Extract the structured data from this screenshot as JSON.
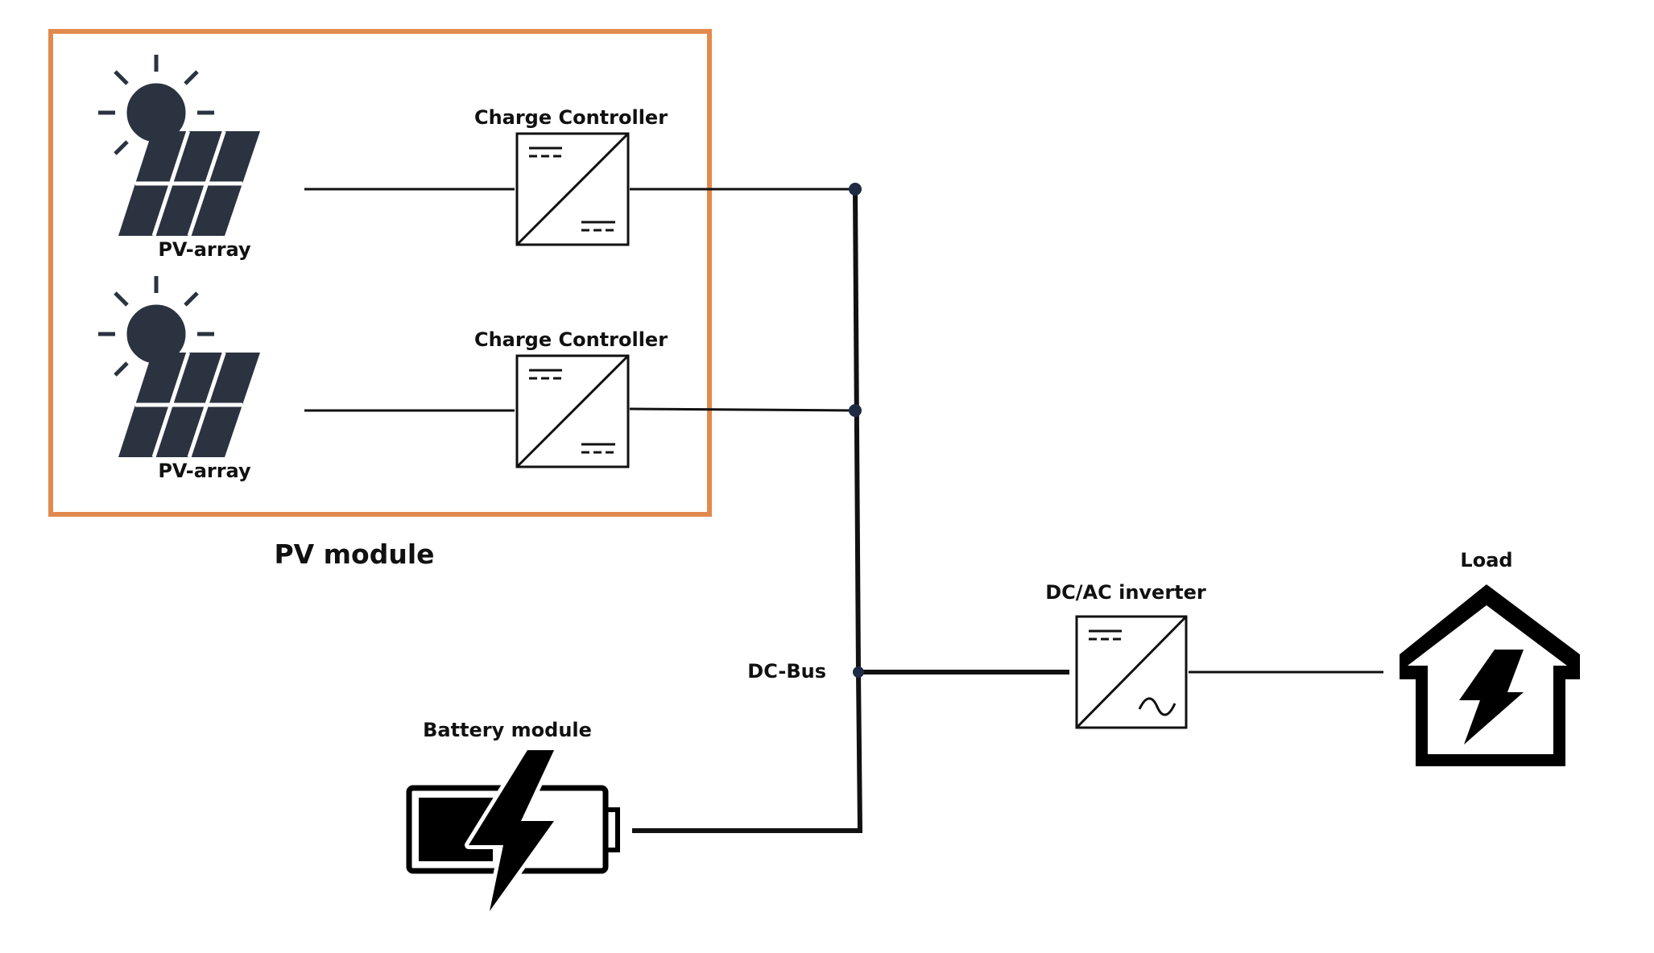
{
  "labels": {
    "pv_array_1": "PV-array",
    "pv_array_2": "PV-array",
    "charge_controller_1": "Charge Controller",
    "charge_controller_2": "Charge Controller",
    "pv_module": "PV module",
    "dc_bus": "DC-Bus",
    "battery_module": "Battery module",
    "inverter": "DC/AC inverter",
    "load": "Load"
  },
  "colors": {
    "group_border": "#E28A4E",
    "panel": "#2B3340",
    "sun": "#2B3340",
    "line": "#111111",
    "node": "#1F2A44"
  }
}
